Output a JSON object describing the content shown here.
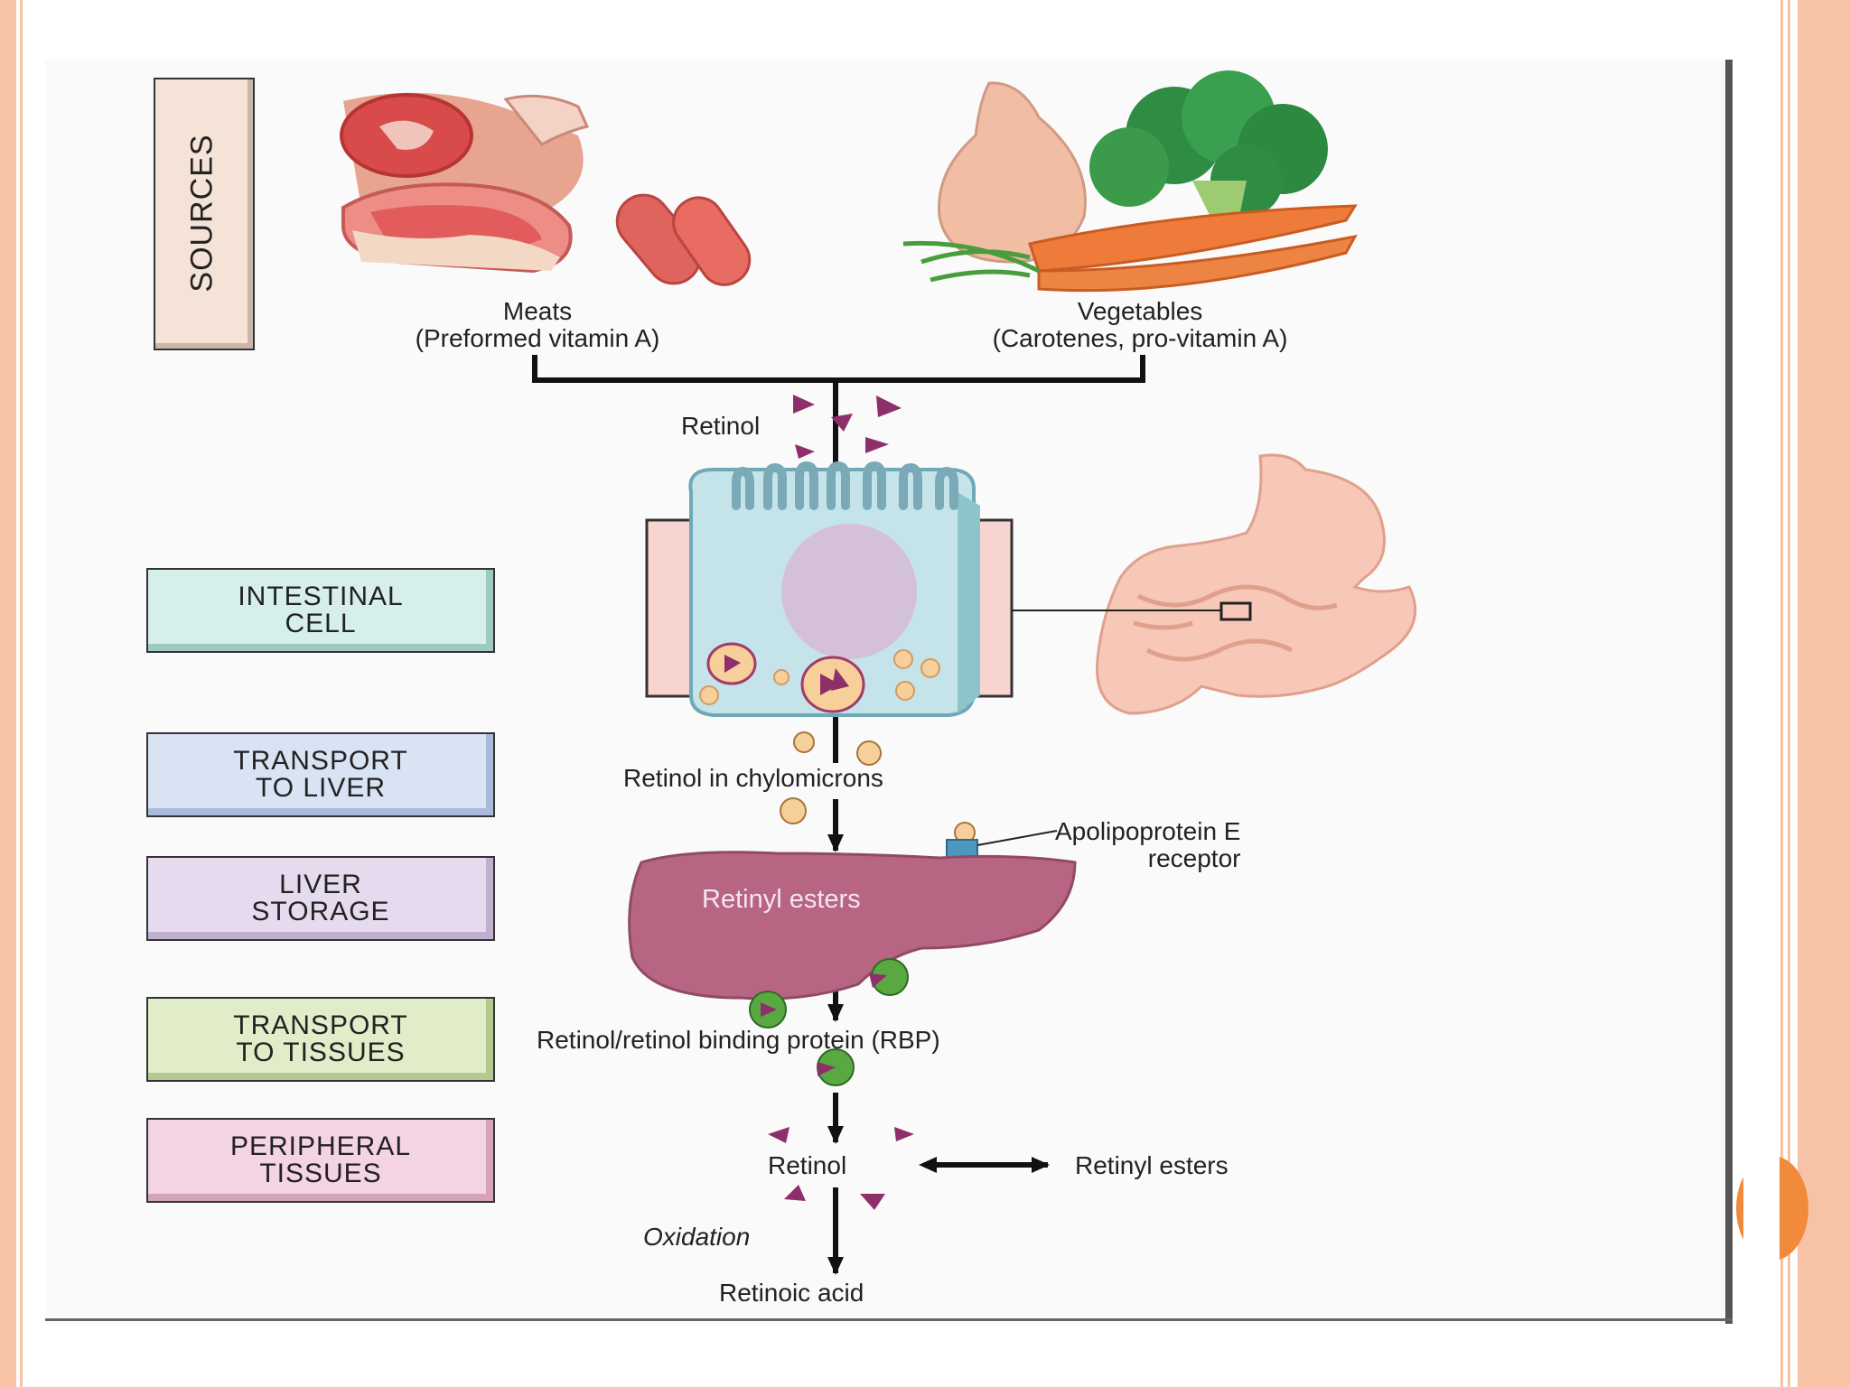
{
  "stages": {
    "sources": "SOURCES",
    "intestinal_cell": [
      "INTESTINAL",
      "CELL"
    ],
    "transport_to_liver": [
      "TRANSPORT",
      "TO LIVER"
    ],
    "liver_storage": [
      "LIVER",
      "STORAGE"
    ],
    "transport_to_tissues": [
      "TRANSPORT",
      "TO TISSUES"
    ],
    "peripheral_tissues": [
      "PERIPHERAL",
      "TISSUES"
    ]
  },
  "sources": {
    "meats": {
      "name": "Meats",
      "note": "(Preformed vitamin A)"
    },
    "vegetables": {
      "name": "Vegetables",
      "note": "(Carotenes, pro-vitamin A)"
    }
  },
  "labels": {
    "retinol_top": "Retinol",
    "retinol_chylomicrons": "Retinol in chylomicrons",
    "apolipoprotein": [
      "Apolipoprotein E",
      "receptor"
    ],
    "retinyl_esters_liver": "Retinyl esters",
    "rbp": "Retinol/retinol binding protein (RBP)",
    "retinol_bottom": "Retinol",
    "retinyl_esters_right": "Retinyl esters",
    "oxidation": "Oxidation",
    "retinoic_acid": "Retinoic acid"
  },
  "colors": {
    "frame": "#f6c3a6",
    "accent_dot": "#f28a3c",
    "retinol_marker": "#8e2f6a",
    "liver": "#b86583",
    "cell": "#c5e4ea",
    "rbp_green": "#5aa842"
  }
}
